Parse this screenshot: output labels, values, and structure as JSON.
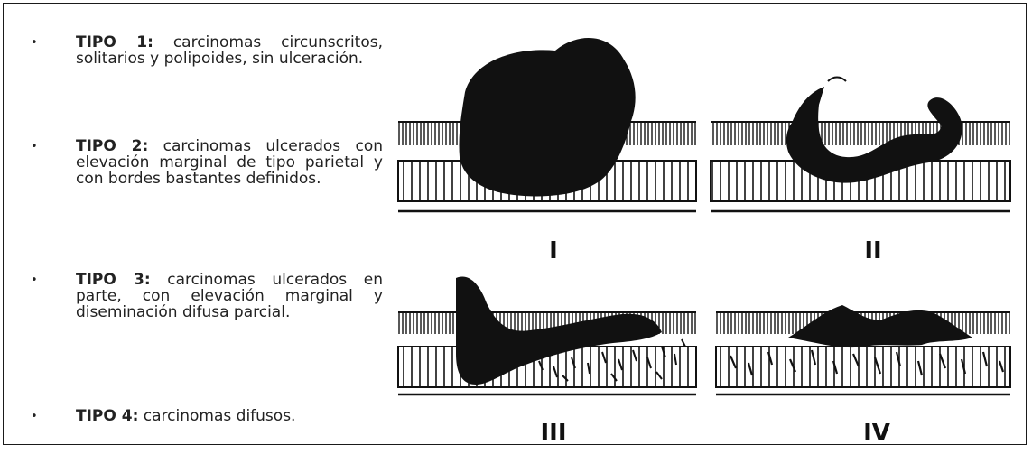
{
  "types": [
    {
      "label": "TIPO 1:",
      "text": "carcinomas circunscritos, solitarios y polipoides, sin ulceración."
    },
    {
      "label": "TIPO 2:",
      "text": "carcinomas ulcerados con elevación marginal de tipo parietal y con bordes bastantes definidos."
    },
    {
      "label": "TIPO 3:",
      "text": "carcinomas ulcerados en parte, con elevación marginal y diseminación difusa parcial."
    },
    {
      "label": "TIPO 4:",
      "text": "carcinomas difusos."
    }
  ],
  "figure": {
    "panels": [
      {
        "numeral": "I"
      },
      {
        "numeral": "II"
      },
      {
        "numeral": "III"
      },
      {
        "numeral": "IV"
      }
    ],
    "colors": {
      "ink": "#111111",
      "background": "#ffffff"
    }
  }
}
